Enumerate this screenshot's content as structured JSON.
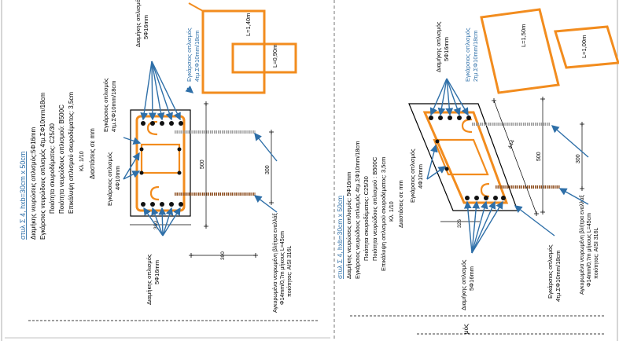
{
  "left": {
    "title": "στυλ Σ 4, hxb=30cm x 50cm",
    "notes": [
      "Διαμήκης νευρώσεις οπλισμός:5Φ16mm",
      "Εγκάρσιος νευρώδους οπλισμός 4τμ.ΣΦ10mm/18cm",
      "Ποιότητα σκυροδέματος: C25/30",
      "Ποιότητα νευρώδους οπλισμού: B500C",
      "Επικάλυψη οπλισμού σκυροδέματος: 3,5cm",
      "Κλ. 1/10",
      "Διαστάσεις σε mm"
    ],
    "stirrup_label": [
      "Εγκάρσιος οπλισμός",
      "4τμ.ΣΦ10mm/18cm"
    ],
    "top_bars": [
      "Διαμήκης οπλισμός",
      "5Φ16mm"
    ],
    "side_bars": [
      "Εγκάρσιος οπλισμός",
      "4Φ10mm"
    ],
    "bottom_bars": [
      "Διαμήκης οπλισμός",
      "5Φ16mm"
    ],
    "anchor": [
      "Αγκυρωμένα νευρωμένη βλήτρα εναλλάξ",
      "Φ14mm/0,7m μήκους L=45cm",
      "ποιότητας: AISI 316L"
    ],
    "detail_label": [
      "Εγκάρσιος οπλισμός",
      "4τμ.ΣΦ10mm/18cm"
    ],
    "L1": "L=1,40m",
    "L2": "L=0,90m",
    "dim_500": "500",
    "dim_300": "300",
    "dim_300b": "300",
    "dim_300c": "300"
  },
  "right": {
    "title": "στυλ Σ 4, hxb=30cm x 50cm",
    "notes": [
      "Διαμήκης νευρώσεις οπλισμός: 5Φ16mm",
      "Εγκάρσιος νευρώδους οπλισμός 4τμ.ΣΦ10mm/18cm",
      "Ποιότητα σκυροδέματος: C25/30",
      "Ποιότητα νευρώδους οπλισμού : B500C",
      "Επικάλυψη οπλισμού σκυροδέματος: 3,5cm",
      "Κλ. 1/10",
      "Διαστάσεις σε mm"
    ],
    "top_bars": [
      "Διαμήκης οπλισμός",
      "5Φ16mm"
    ],
    "side_bars": [
      "Εγκάρσιος οπλισμός",
      "4Φ10mm"
    ],
    "bottom_bars": [
      "Διαμήκης οπλισμός",
      "5Φ16mm"
    ],
    "stirrup_label": [
      "Εγκάρσιος οπλισμός",
      "4τμ.ΣΦ10mm/18cm"
    ],
    "anchor": [
      "Αγκυρωμένα νευρωμένη βλήτρα εναλλάξ",
      "Φ14mm/0,7m μήκους L=45cm",
      "ποιότητας: AISI 316L"
    ],
    "detail_label": [
      "Εγκάρσιος οπλισμός",
      "2τμ.ΣΦ10mm/18cm"
    ],
    "L1": "L=1,50m",
    "L2": "L=1,00m",
    "dim_500": "500",
    "dim_300": "300",
    "dim_444": "444",
    "dim_326": "326"
  },
  "footer_fragment": "μός",
  "colors": {
    "rebar": "#f28c1e",
    "arrow": "#2e6fa8",
    "title": "#2e6fa8",
    "line": "#000000",
    "dowel": "#8a4a1a"
  }
}
